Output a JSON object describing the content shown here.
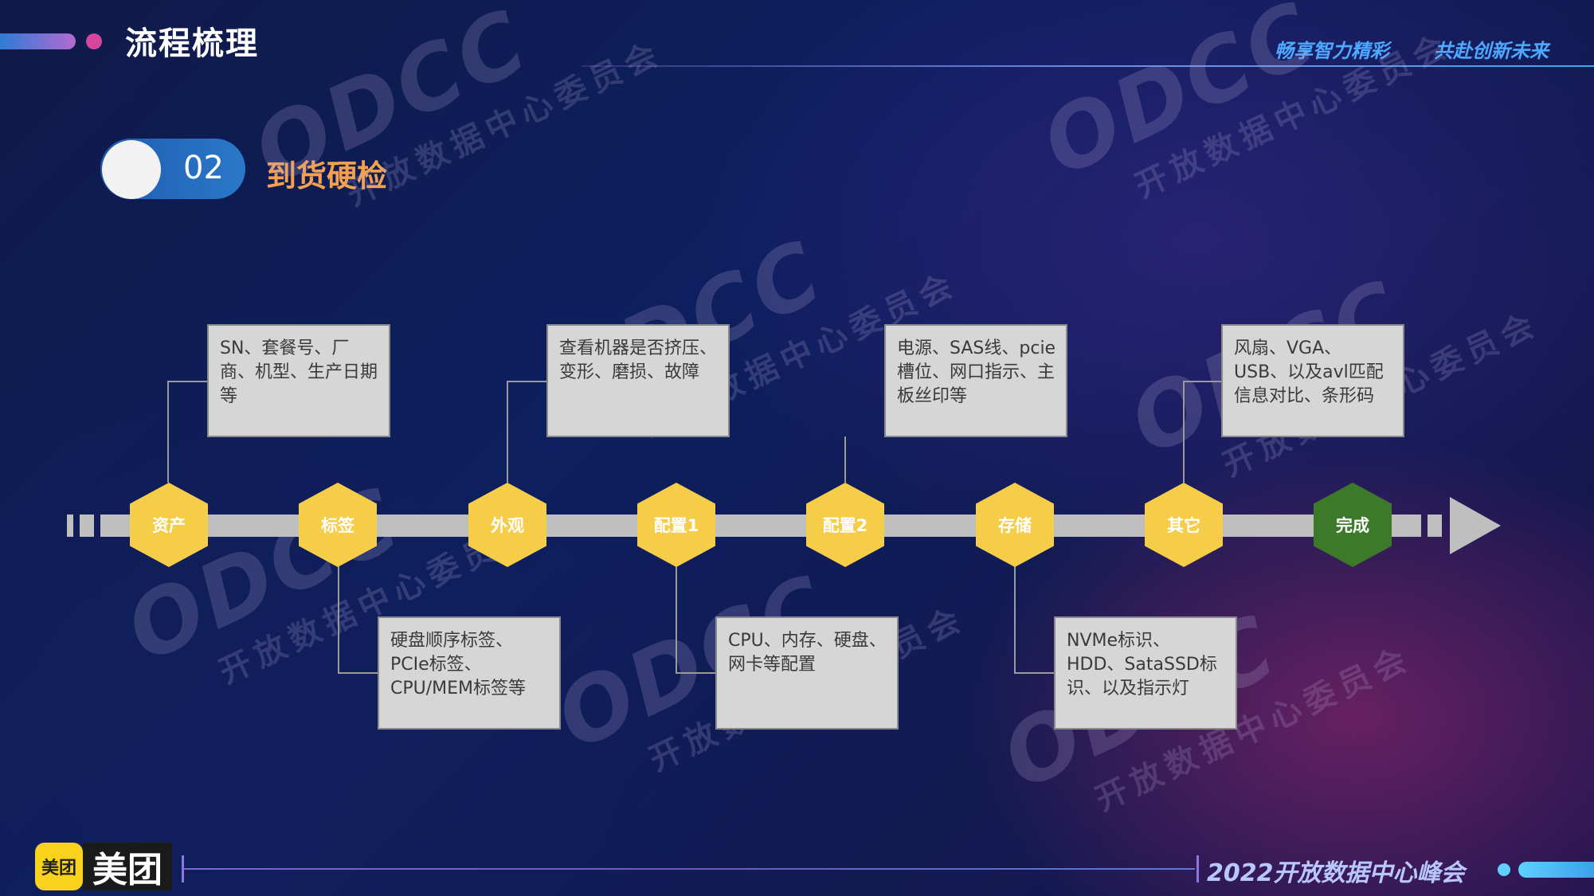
{
  "header": {
    "title": "流程梳理",
    "slogan_left": "畅享智力精彩",
    "slogan_right": "共赴创新未来"
  },
  "section": {
    "number": "02",
    "title": "到货硬检"
  },
  "watermark": {
    "logo": "ODCC",
    "text": "开放数据中心委员会"
  },
  "timeline": {
    "nodes": [
      {
        "label": "资产"
      },
      {
        "label": "标签"
      },
      {
        "label": "外观"
      },
      {
        "label": "配置1"
      },
      {
        "label": "配置2"
      },
      {
        "label": "存储"
      },
      {
        "label": "其它"
      },
      {
        "label": "完成"
      }
    ],
    "top_notes": [
      "SN、套餐号、厂商、机型、生产日期等",
      "查看机器是否挤压、变形、磨损、故障",
      "电源、SAS线、pcie槽位、网口指示、主板丝印等",
      "风扇、VGA、USB、以及avl匹配信息对比、条形码"
    ],
    "bottom_notes": [
      "硬盘顺序标签、PCIe标签、CPU/MEM标签等",
      "CPU、内存、硬盘、网卡等配置",
      "NVMe标识、HDD、SataSSD标识、以及指示灯"
    ]
  },
  "footer": {
    "brand_badge": "美团",
    "brand_name": "美团",
    "event": "2022开放数据中心峰会"
  },
  "colors": {
    "node_yellow": "#f5cd48",
    "node_done_green": "#3c7a2a",
    "section_title_orange": "#f5a04e",
    "slogan_blue": "#4da8ff"
  }
}
